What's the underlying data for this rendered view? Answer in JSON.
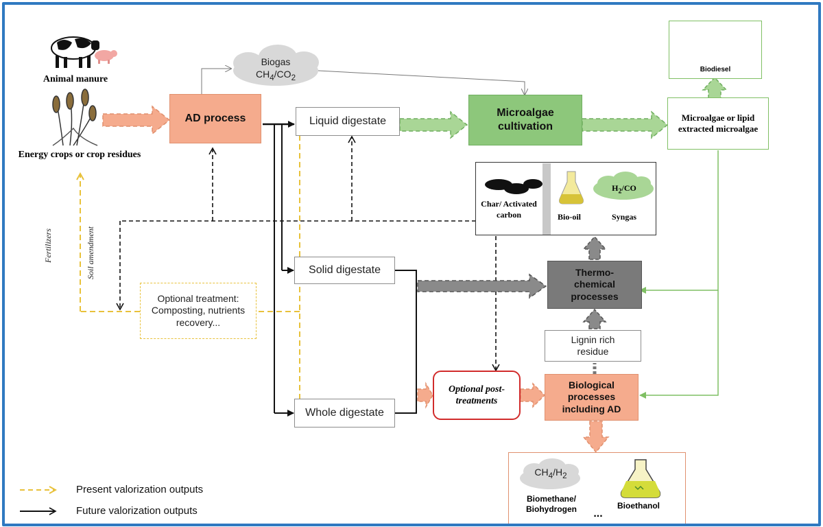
{
  "sources": {
    "animal_manure": "Animal manure",
    "energy_crops": "Energy crops or crop residues"
  },
  "biogas": {
    "name": "Biogas",
    "formula_main": "CH",
    "formula_sub1": "4",
    "formula_mid": "/CO",
    "formula_sub2": "2"
  },
  "boxes": {
    "ad_process": "AD process",
    "liquid_digestate": "Liquid digestate",
    "microalgae_cultivation": "Microalgae cultivation",
    "microalgae_output": "Microalgae or lipid extracted microalgae",
    "biodiesel": "Biodiesel",
    "solid_digestate": "Solid digestate",
    "whole_digestate": "Whole digestate",
    "optional_treatment": "Optional treatment: Composting, nutrients recovery...",
    "thermochemical": "Thermo-chemical processes",
    "lignin_residue": "Lignin rich residue",
    "optional_post": "Optional post-treatments",
    "biological": "Biological processes including AD"
  },
  "thermo_products": {
    "char": "Char/ Activated carbon",
    "bio_oil": "Bio-oil",
    "syngas": "Syngas",
    "syngas_formula_main": "H",
    "syngas_formula_sub": "2",
    "syngas_formula_rest": "/CO"
  },
  "bio_products": {
    "gas_formula_a": "CH",
    "gas_formula_sub_a": "4",
    "gas_formula_b": "/H",
    "gas_formula_sub_b": "2",
    "biomethane": "Biomethane/ Biohydrogen",
    "bioethanol": "Bioethanol",
    "ellipsis": "..."
  },
  "side_labels": {
    "fertilizers": "Fertilizers",
    "soil_amendment": "Soil amendment"
  },
  "legend": {
    "present": "Present valorization outputs",
    "future": "Future valorization outputs"
  },
  "colors": {
    "frame": "#2f79c1",
    "present_dashed": "#e8c13a",
    "salmon": "#f5ab8d",
    "green": "#8dc77b",
    "gray": "#7a7a7a",
    "red_border": "#d12b2b"
  }
}
